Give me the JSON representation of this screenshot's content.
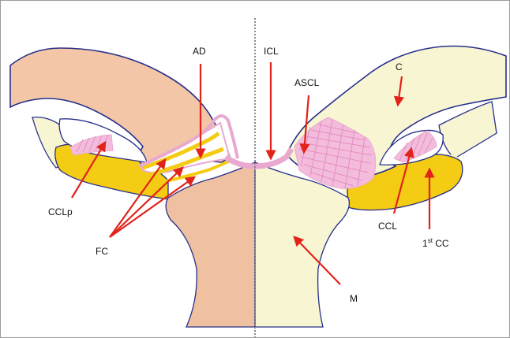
{
  "labels": {
    "ad": "AD",
    "icl": "ICL",
    "ascl": "ASCL",
    "c": "C",
    "cclp": "CCLp",
    "fc": "FC",
    "ccl": "CCL",
    "first_cc_num": "1",
    "first_cc_sup": "st",
    "first_cc_rest": " CC",
    "m": "M"
  },
  "colors": {
    "clavicle_left": "#f2c6a6",
    "bone_right": "#f7f5d2",
    "manubrium_left": "#efc1a0",
    "cartilage": "#f4cc14",
    "ligament": "#e9a9cf",
    "disc_white": "#ffffff",
    "arrow": "#e2231a",
    "outline": "#27308a",
    "midline": "#8a8a8a"
  }
}
